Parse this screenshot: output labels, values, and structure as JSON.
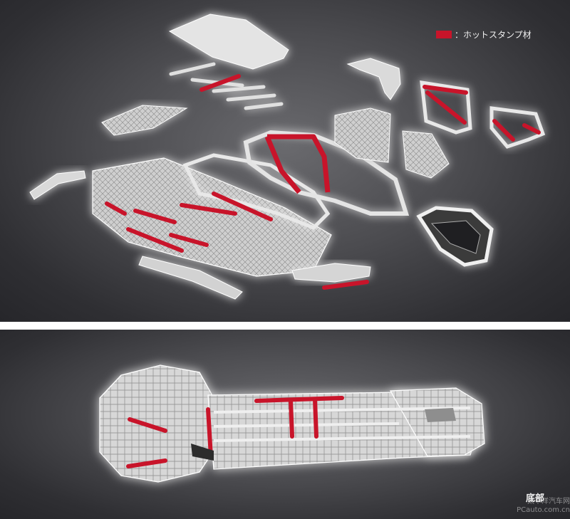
{
  "legend": {
    "label": "：ホットスタンプ材",
    "swatch_color": "#c8142a"
  },
  "bottom": {
    "caption": "底部"
  },
  "watermark": {
    "line1": "太平洋汽车网",
    "line2": "PCauto.com.cn"
  },
  "colors": {
    "panel_background": "#3c3c40",
    "body_part": "#d8d8d8",
    "hot_stamp": "#c8142a",
    "glow": "#ffffff"
  }
}
